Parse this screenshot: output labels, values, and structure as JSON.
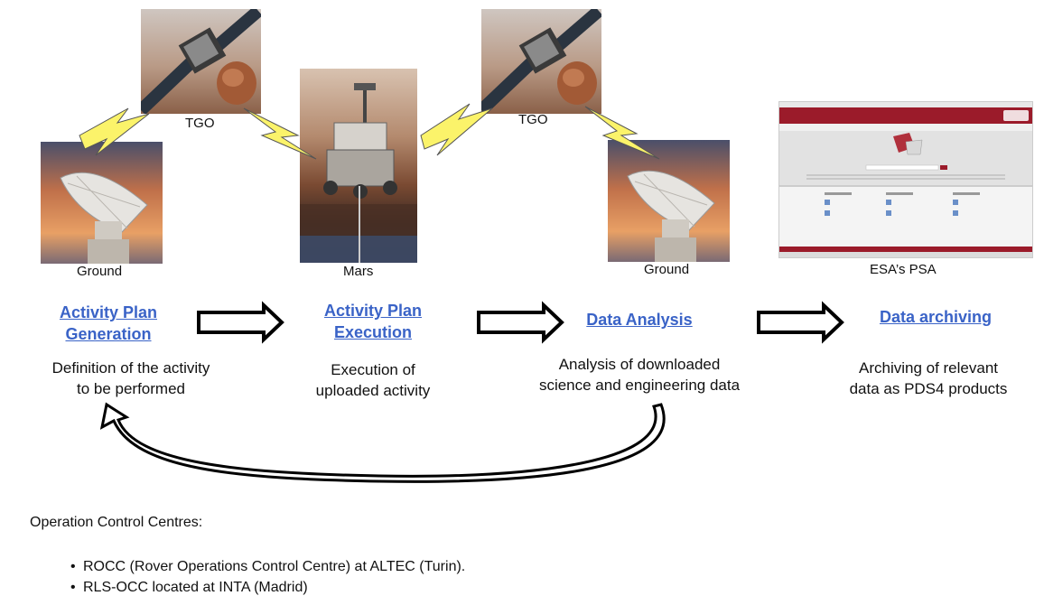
{
  "images": {
    "tgo_left": {
      "caption": "TGO"
    },
    "ground_left": {
      "caption": "Ground"
    },
    "mars": {
      "caption": "Mars"
    },
    "tgo_right": {
      "caption": "TGO"
    },
    "ground_right": {
      "caption": "Ground"
    },
    "psa": {
      "caption": "ESA’s PSA"
    }
  },
  "stages": [
    {
      "title_line1": "Activity Plan",
      "title_line2": "Generation",
      "desc_line1": "Definition of the activity",
      "desc_line2": "to be performed"
    },
    {
      "title_line1": "Activity Plan",
      "title_line2": "Execution",
      "desc_line1": "Execution of",
      "desc_line2": "uploaded activity"
    },
    {
      "title_line1": "Data Analysis",
      "desc_line1": "Analysis of downloaded",
      "desc_line2": "science and engineering data"
    },
    {
      "title_line1": "Data archiving",
      "desc_line1": "Archiving of relevant",
      "desc_line2": "data as PDS4 products"
    }
  ],
  "notes": {
    "title": "Operation Control Centres:",
    "items": [
      "ROCC (Rover Operations Control Centre) at ALTEC (Turin).",
      "RLS-OCC located at INTA (Madrid)"
    ]
  },
  "colors": {
    "link": "#3a63c7",
    "bolt": "#fbf36a",
    "psa_banner": "#9b1b2a"
  }
}
